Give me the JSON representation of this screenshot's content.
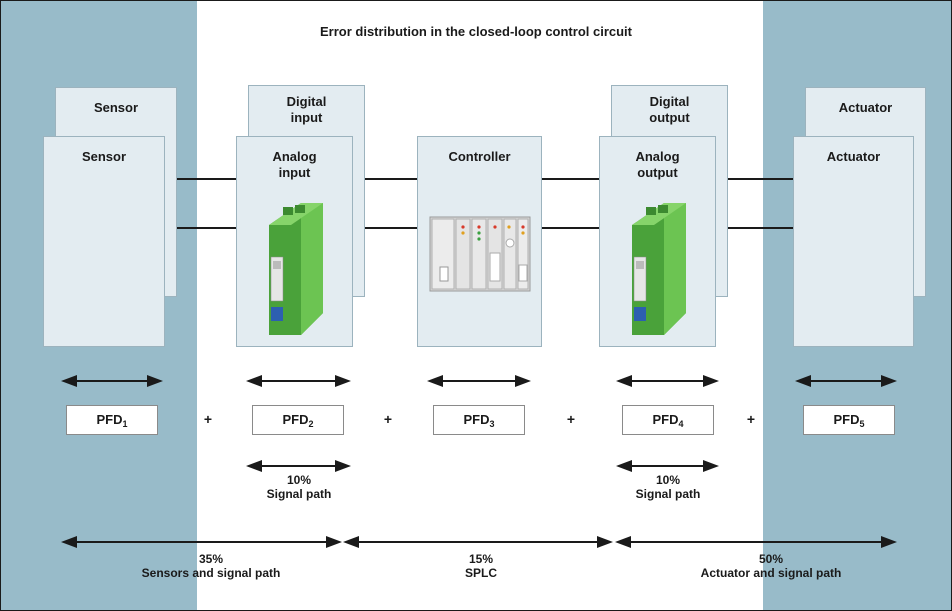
{
  "title": "Error distribution in the closed-loop control circuit",
  "colors": {
    "side_band": "#98bbc9",
    "box_fill": "#e3ecf1",
    "module_green": "#5cb646",
    "ink": "#1a1a1a"
  },
  "blocks": {
    "sensor_back": "Sensor",
    "sensor_front": "Sensor",
    "digital_input": "Digital\ninput",
    "analog_input": "Analog\ninput",
    "controller": "Controller",
    "digital_output": "Digital\noutput",
    "analog_output": "Analog\noutput",
    "actuator_back": "Actuator",
    "actuator_front": "Actuator"
  },
  "pfd": [
    {
      "label": "PFD",
      "sub": "1"
    },
    {
      "label": "PFD",
      "sub": "2"
    },
    {
      "label": "PFD",
      "sub": "3"
    },
    {
      "label": "PFD",
      "sub": "4"
    },
    {
      "label": "PFD",
      "sub": "5"
    }
  ],
  "plus_sign": "+",
  "signal_path": {
    "input": {
      "percent": "10%",
      "label": "Signal path"
    },
    "output": {
      "percent": "10%",
      "label": "Signal path"
    }
  },
  "shares": [
    {
      "percent": "35%",
      "label": "Sensors and signal path"
    },
    {
      "percent": "15%",
      "label": "SPLC"
    },
    {
      "percent": "50%",
      "label": "Actuator and signal path"
    }
  ]
}
